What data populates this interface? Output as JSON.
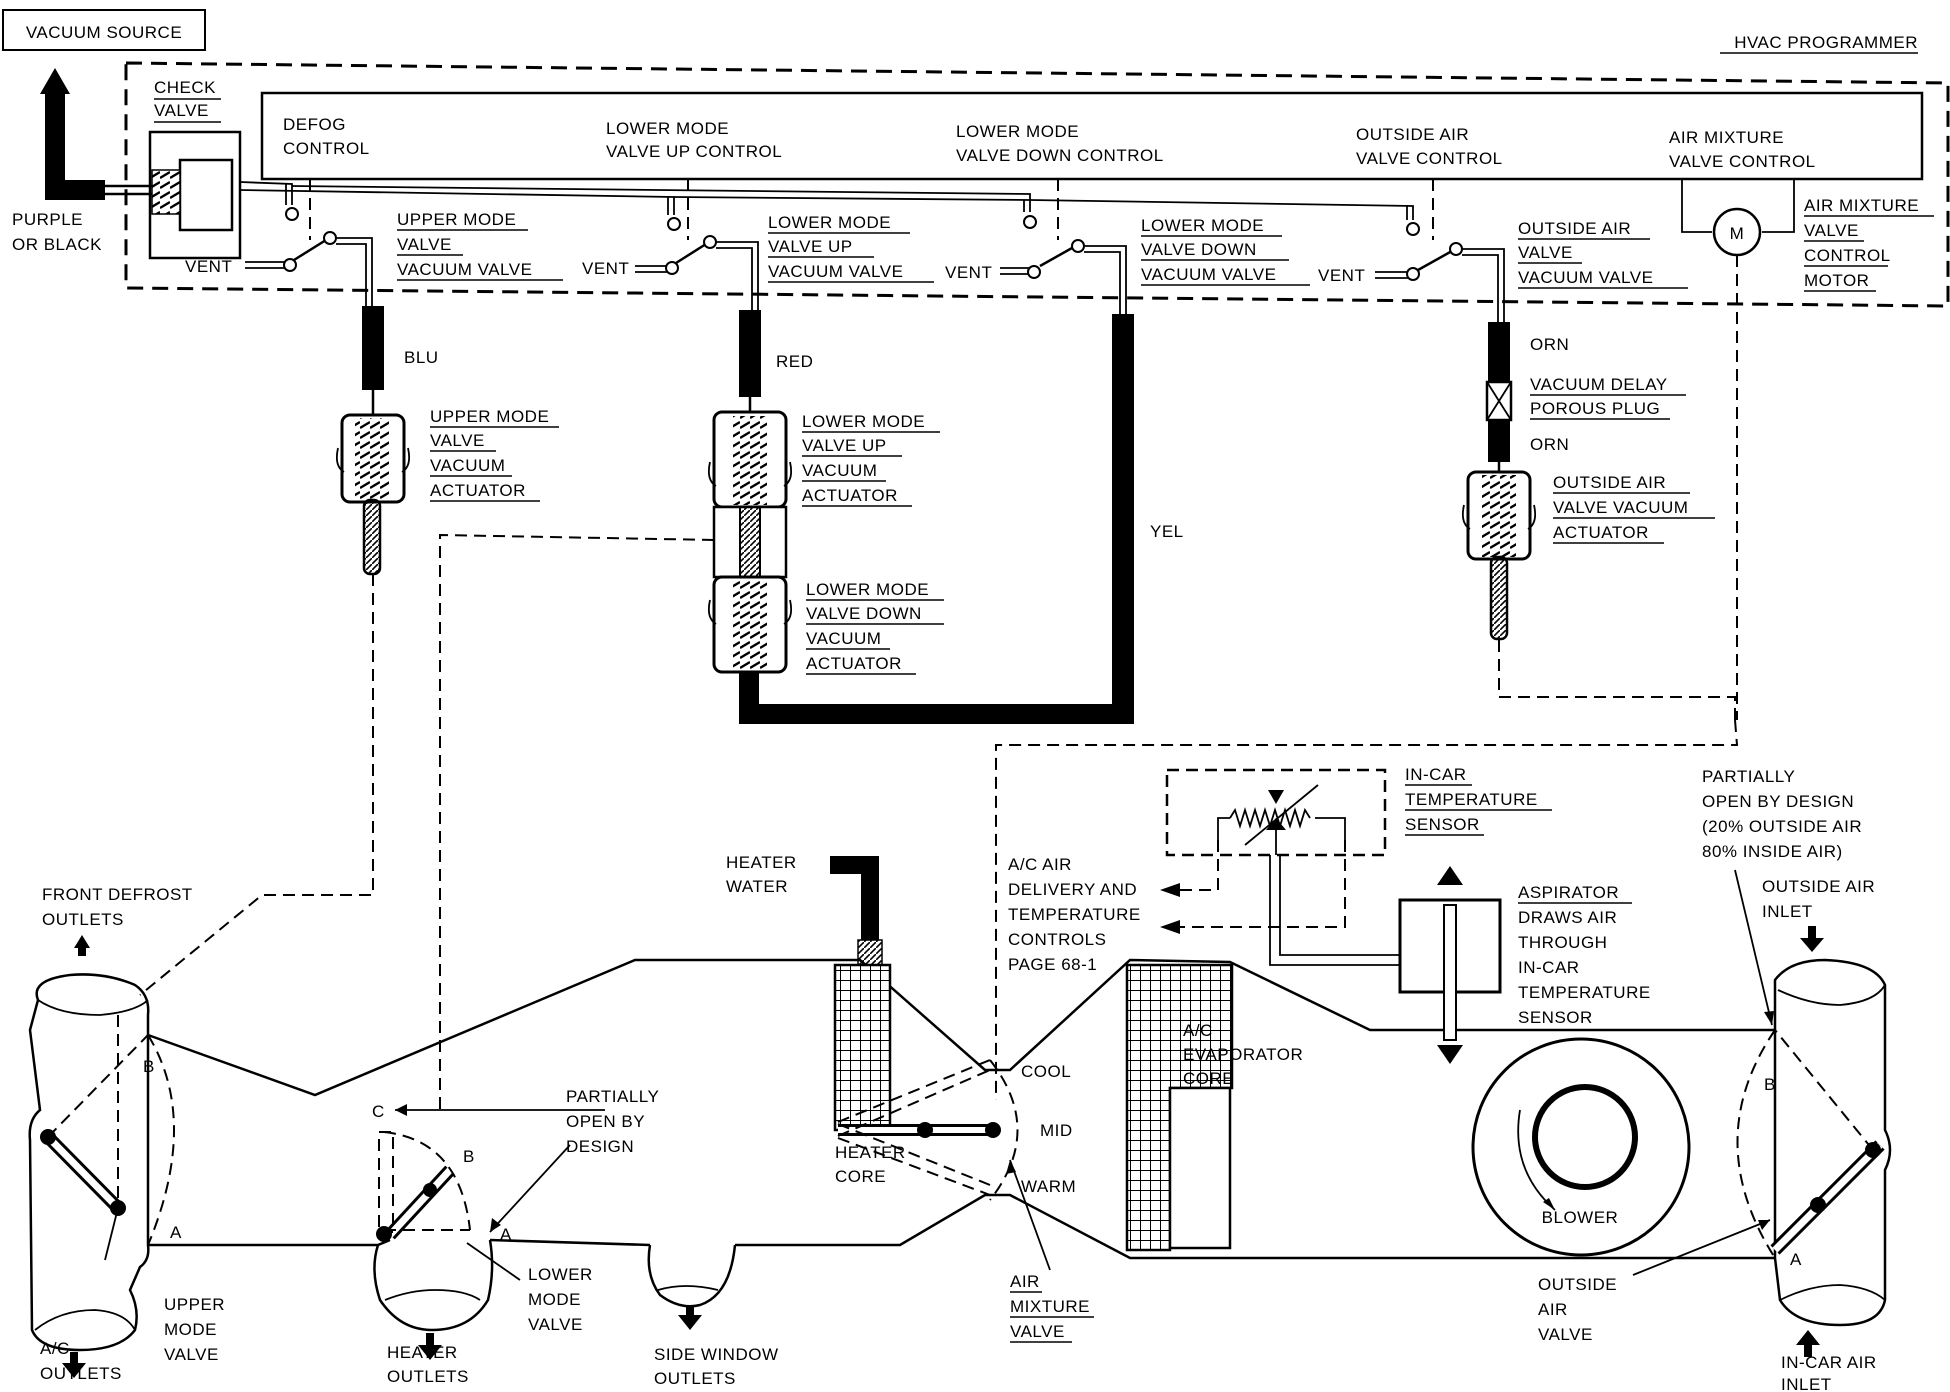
{
  "title": "HVAC PROGRAMMER",
  "vacuum_source": "VACUUM SOURCE",
  "purple_black": [
    "PURPLE",
    "OR BLACK"
  ],
  "check_valve": [
    "CHECK",
    "VALVE"
  ],
  "controls": {
    "defog": [
      "DEFOG",
      "CONTROL"
    ],
    "lower_up": [
      "LOWER MODE",
      "VALVE UP CONTROL"
    ],
    "lower_down": [
      "LOWER MODE",
      "VALVE DOWN CONTROL"
    ],
    "outside_air": [
      "OUTSIDE AIR",
      "VALVE CONTROL"
    ],
    "air_mixture": [
      "AIR MIXTURE",
      "VALVE CONTROL"
    ]
  },
  "vent": "VENT",
  "vacuum_valves": {
    "upper": [
      "UPPER MODE",
      "VALVE",
      "VACUUM  VALVE"
    ],
    "lower_up": [
      "LOWER MODE",
      "VALVE  UP",
      "VACUUM  VALVE"
    ],
    "lower_down": [
      "LOWER MODE",
      "VALVE  DOWN",
      "VACUUM VALVE"
    ],
    "outside": [
      "OUTSIDE AIR",
      "VALVE",
      "VACUUM VALVE"
    ]
  },
  "motor": {
    "symbol": "M",
    "label": [
      "AIR MIXTURE",
      "VALVE",
      "CONTROL",
      "MOTOR"
    ]
  },
  "hoses": {
    "blu": "BLU",
    "red": "RED",
    "yel": "YEL",
    "orn": "ORN"
  },
  "actuators": {
    "upper": [
      "UPPER MODE",
      "VALVE",
      "VACUUM",
      "ACTUATOR"
    ],
    "lower_up": [
      "LOWER MODE",
      "VALVE  UP",
      "VACUUM",
      "ACTUATOR"
    ],
    "lower_down": [
      "LOWER MODE",
      "VALVE  DOWN",
      "VACUUM",
      "ACTUATOR"
    ],
    "outside": [
      "OUTSIDE AIR",
      "VALVE VACUUM",
      "ACTUATOR"
    ]
  },
  "delay_plug": [
    "VACUUM DELAY",
    "POROUS PLUG"
  ],
  "in_car_sensor": [
    "IN-CAR",
    "TEMPERATURE",
    "SENSOR"
  ],
  "ac_air": [
    "A/C AIR",
    "DELIVERY AND",
    "TEMPERATURE",
    "CONTROLS",
    "PAGE 68-1"
  ],
  "aspirator": [
    "ASPIRATOR",
    "DRAWS AIR",
    "THROUGH",
    "IN-CAR",
    "TEMPERATURE",
    "SENSOR"
  ],
  "partially_20": [
    "PARTIALLY",
    "OPEN BY DESIGN",
    "(20% OUTSIDE AIR",
    "80% INSIDE AIR)"
  ],
  "heater_water": [
    "HEATER",
    "WATER"
  ],
  "front_defrost": [
    "FRONT DEFROST",
    "OUTLETS"
  ],
  "outside_inlet": [
    "OUTSIDE AIR",
    "INLET"
  ],
  "evaporator": [
    "A/C",
    "EVAPORATOR",
    "CORE"
  ],
  "heater_core": [
    "HEATER",
    "CORE"
  ],
  "positions": {
    "cool": "COOL",
    "mid": "MID",
    "warm": "WARM"
  },
  "partially_open": [
    "PARTIALLY",
    "OPEN BY",
    "DESIGN"
  ],
  "points": {
    "a": "A",
    "b": "B",
    "c": "C"
  },
  "blower": "BLOWER",
  "upper_mode_valve": [
    "UPPER",
    "MODE",
    "VALVE"
  ],
  "lower_mode_valve": [
    "LOWER",
    "MODE",
    "VALVE"
  ],
  "air_mixture_valve": [
    "AIR",
    "MIXTURE",
    "VALVE"
  ],
  "outside_air_valve": [
    "OUTSIDE",
    "AIR",
    "VALVE"
  ],
  "ac_outlets": [
    "A/C",
    "OUTLETS"
  ],
  "heater_outlets": [
    "HEATER",
    "OUTLETS"
  ],
  "side_outlets": [
    "SIDE WINDOW",
    "OUTLETS"
  ],
  "incar_inlet": [
    "IN-CAR AIR",
    "INLET"
  ]
}
